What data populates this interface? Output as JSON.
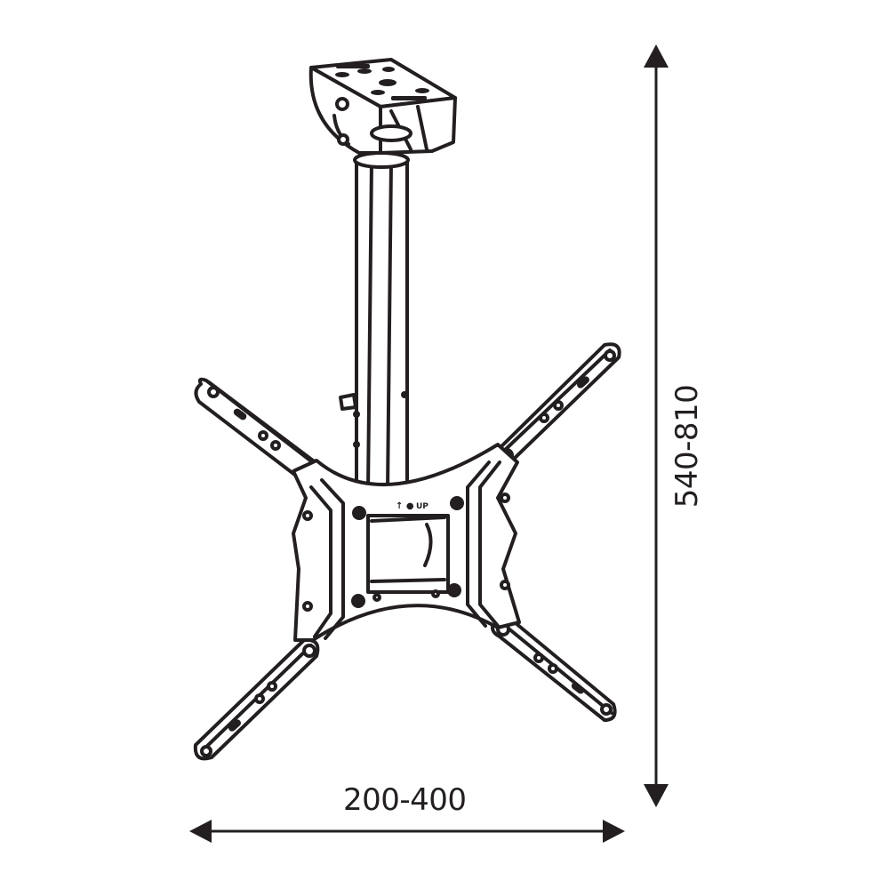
{
  "diagram": {
    "subject": "TV ceiling mount bracket",
    "plate_marking": "UP",
    "colors": {
      "line": "#231f20",
      "background": "#ffffff"
    }
  },
  "dimensions": {
    "width": {
      "label": "200-400",
      "orientation": "horizontal"
    },
    "height": {
      "label": "540-810",
      "orientation": "vertical"
    }
  }
}
